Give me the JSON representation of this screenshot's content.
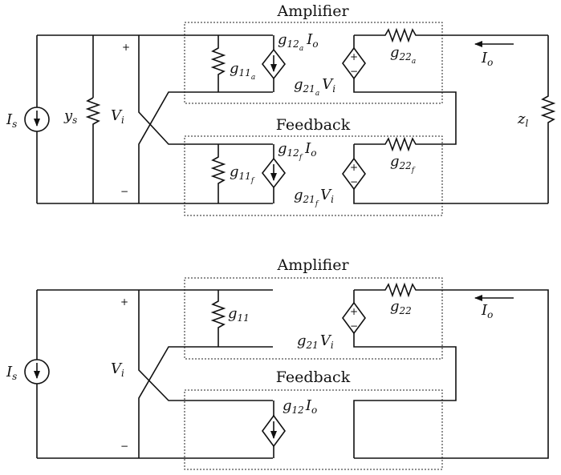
{
  "diagram": {
    "top": {
      "amplifier_label": "Amplifier",
      "feedback_label": "Feedback",
      "source_main": "I",
      "source_sub": "s",
      "ys_main": "y",
      "ys_sub": "s",
      "vi_main": "V",
      "vi_sub": "i",
      "plus": "+",
      "minus": "−",
      "g11a_main": "g",
      "g11a_sub": "11",
      "g11a_sub2": "a",
      "g12a_main": "g",
      "g12a_sub": "12",
      "g12a_sub2": "a",
      "g12a_tail": "I",
      "g12a_tail_sub": "o",
      "g21a_main": "g",
      "g21a_sub": "21",
      "g21a_sub2": "a",
      "g21a_tail": "V",
      "g21a_tail_sub": "i",
      "g22a_main": "g",
      "g22a_sub": "22",
      "g22a_sub2": "a",
      "io_main": "I",
      "io_sub": "o",
      "zl_main": "z",
      "zl_sub": "l",
      "g11f_main": "g",
      "g11f_sub": "11",
      "g11f_sub2": "f",
      "g12f_main": "g",
      "g12f_sub": "12",
      "g12f_sub2": "f",
      "g12f_tail": "I",
      "g12f_tail_sub": "o",
      "g21f_main": "g",
      "g21f_sub": "21",
      "g21f_sub2": "f",
      "g21f_tail": "V",
      "g21f_tail_sub": "i",
      "g22f_main": "g",
      "g22f_sub": "22",
      "g22f_sub2": "f"
    },
    "bottom": {
      "amplifier_label": "Amplifier",
      "feedback_label": "Feedback",
      "source_main": "I",
      "source_sub": "s",
      "vi_main": "V",
      "vi_sub": "i",
      "plus": "+",
      "minus": "−",
      "g11_main": "g",
      "g11_sub": "11",
      "g21_main": "g",
      "g21_sub": "21",
      "g21_tail": "V",
      "g21_tail_sub": "i",
      "g22_main": "g",
      "g22_sub": "22",
      "io_main": "I",
      "io_sub": "o",
      "g12_main": "g",
      "g12_sub": "12",
      "g12_tail": "I",
      "g12_tail_sub": "o"
    }
  }
}
